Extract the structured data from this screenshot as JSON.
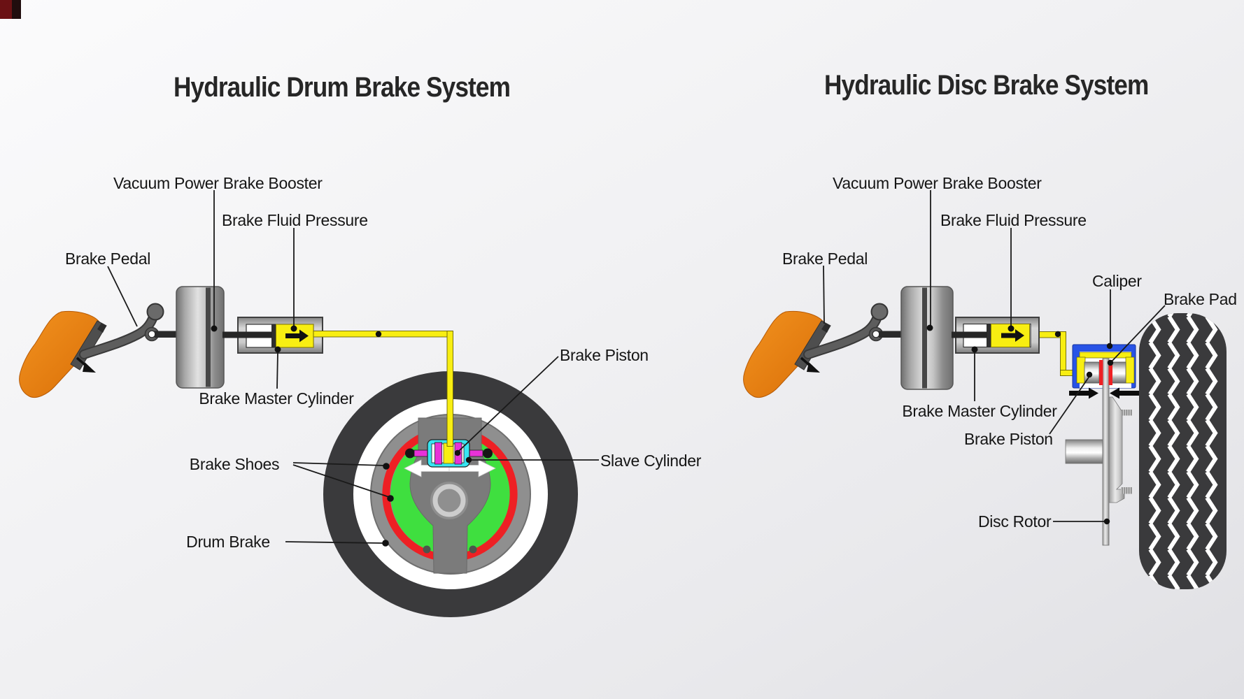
{
  "drum_system": {
    "title": "Hydraulic Drum Brake System",
    "labels": {
      "booster": "Vacuum Power Brake Booster",
      "fluid": "Brake Fluid Pressure",
      "pedal": "Brake Pedal",
      "master": "Brake Master Cylinder",
      "piston": "Brake Piston",
      "slave": "Slave Cylinder",
      "shoes": "Brake Shoes",
      "drum": "Drum Brake"
    }
  },
  "disc_system": {
    "title": "Hydraulic Disc Brake System",
    "labels": {
      "booster": "Vacuum Power Brake Booster",
      "fluid": "Brake Fluid Pressure",
      "pedal": "Brake Pedal",
      "caliper": "Caliper",
      "pad": "Brake Pad",
      "master": "Brake Master Cylinder",
      "piston": "Brake Piston",
      "rotor": "Disc Rotor"
    }
  },
  "colors": {
    "pipe_yellow": "#f8ee12",
    "pedal_orange": "#e8801c",
    "shoe_red": "#ee2024",
    "drum_green": "#3fdf3f",
    "slave_cyan": "#38e5f2",
    "piston_magenta": "#e832d8",
    "caliper_blue": "#2853e6",
    "tire_dark": "#3a3a3c",
    "metal_gray": "#8f8f8f",
    "label_text": "#151515",
    "corner_mark": "#6b1114"
  }
}
